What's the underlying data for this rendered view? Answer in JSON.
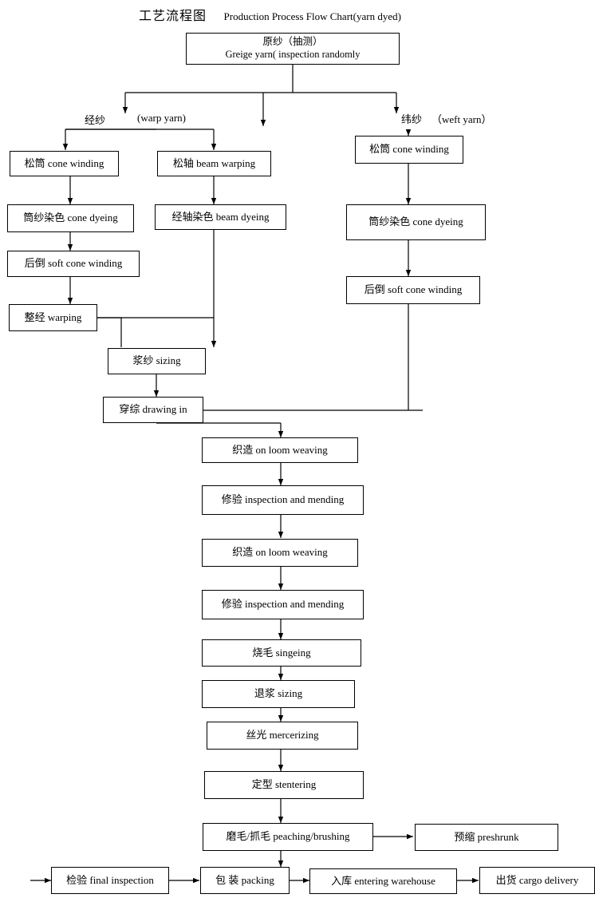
{
  "title": {
    "cn": "工艺流程图",
    "en": "Production Process Flow Chart(yarn  dyed)"
  },
  "branch_labels": {
    "warp_cn": "经纱",
    "warp_en": "(warp yarn)",
    "weft_cn": "纬纱",
    "weft_en": "（weft yarn）"
  },
  "nodes": {
    "greige_yarn": "原纱（抽测）\nGreige yarn( inspection randomly",
    "warp_cone_winding": "松筒 cone winding",
    "beam_warping": "松轴 beam warping",
    "weft_cone_winding": "松筒  cone winding",
    "cone_dyeing_warp": "筒纱染色 cone dyeing",
    "beam_dyeing": "经轴染色 beam dyeing",
    "cone_dyeing_weft": "筒纱染色 cone dyeing",
    "soft_cone_winding_warp": "后倒 soft cone winding",
    "soft_cone_winding_weft": "后倒 soft cone winding",
    "warping": "整经 warping",
    "sizing_yarn": "浆纱 sizing",
    "drawing_in": "穿综 drawing in",
    "weaving_1": "织造 on loom weaving",
    "inspection_mending_1": "修验 inspection and mending",
    "weaving_2": "织造 on loom weaving",
    "inspection_mending_2": "修验 inspection and mending",
    "singeing": "烧毛 singeing",
    "desizing": "退浆  sizing",
    "mercerizing": "丝光  mercerizing",
    "stentering": "定型 stentering",
    "peaching_brushing": "磨毛/抓毛 peaching/brushing",
    "preshrunk": "预缩 preshrunk",
    "final_inspection": "检验 final inspection",
    "packing": "包 装 packing",
    "entering_warehouse": "入库 entering warehouse",
    "cargo_delivery": "出货 cargo delivery"
  },
  "colors": {
    "line": "#000000",
    "border": "#000000",
    "background": "#ffffff",
    "text": "#000000"
  }
}
